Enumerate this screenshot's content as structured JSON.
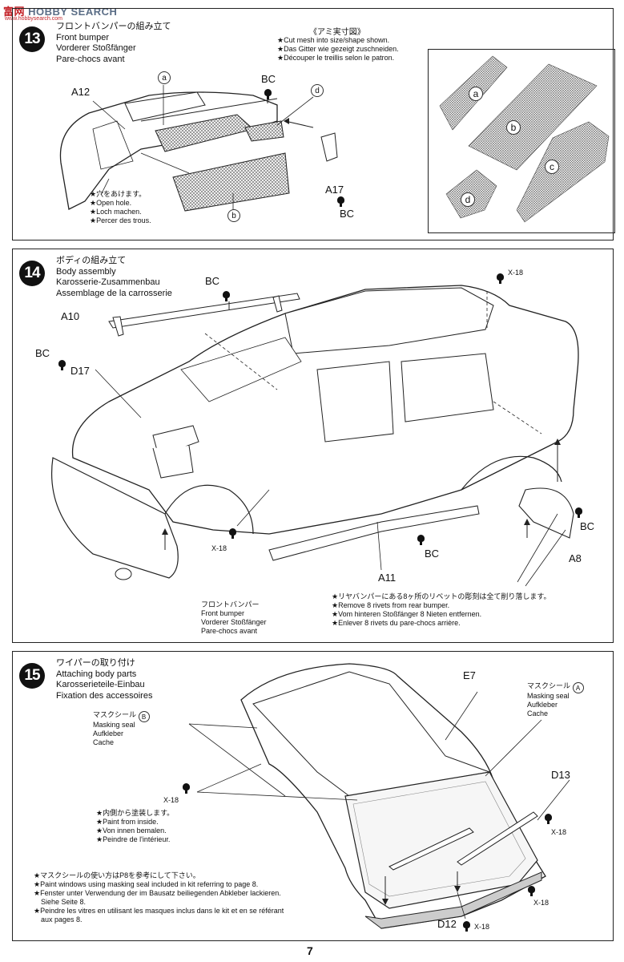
{
  "watermark": {
    "cn": "富",
    "cn2": "网",
    "en": "HOBBY SEARCH",
    "sub": "www.hobbysearch.com"
  },
  "step13": {
    "number": "13",
    "title_jp": "フロントバンパーの組み立て",
    "title_en": "Front bumper",
    "title_de": "Vorderer Stoßfänger",
    "title_fr": "Pare-chocs avant",
    "mesh_title": "《アミ実寸図》",
    "cut_note": [
      "★Cut mesh into size/shape shown.",
      "★Das Gitter wie gezeigt zuschneiden.",
      "★Découper le treillis selon le patron."
    ],
    "hole_note": [
      "★穴をあけます。",
      "★Open hole.",
      "★Loch machen.",
      "★Percer des trous."
    ],
    "labels": {
      "a12": "A12",
      "bc_top": "BC",
      "a17": "A17",
      "bc_bottom": "BC",
      "a": "a",
      "b": "b",
      "c": "c",
      "d": "d"
    }
  },
  "step14": {
    "number": "14",
    "title_jp": "ボディの組み立て",
    "title_en": "Body assembly",
    "title_de": "Karosserie-Zusammenbau",
    "title_fr": "Assemblage de la carrosserie",
    "labels": {
      "bc1": "BC",
      "a10": "A10",
      "bc2": "BC",
      "d17": "D17",
      "x18_top": "X-18",
      "x18_left": "X-18",
      "bc3": "BC",
      "bc4": "BC",
      "a11": "A11",
      "a8": "A8"
    },
    "front_bumper": [
      "フロントバンパー",
      "Front bumper",
      "Vorderer Stoßfänger",
      "Pare-chocs avant"
    ],
    "rivet_note": [
      "★リヤバンパーにある8ヶ所のリベットの彫刻は全て削り落します。",
      "★Remove 8 rivets from rear bumper.",
      "★Vom hinteren Stoßfänger 8 Nieten entfernen.",
      "★Enlever 8 rivets du pare-chocs arrière."
    ]
  },
  "step15": {
    "number": "15",
    "title_jp": "ワイパーの取り付け",
    "title_en": "Attaching body parts",
    "title_de": "Karosserieteile-Einbau",
    "title_fr": "Fixation des accessoires",
    "mask_b": {
      "jp": "マスクシール",
      "letter": "B",
      "lines": [
        "Masking seal",
        "Aufkleber",
        "Cache"
      ]
    },
    "mask_a": {
      "jp": "マスクシール",
      "letter": "A",
      "lines": [
        "Masking seal",
        "Aufkleber",
        "Cache"
      ]
    },
    "labels": {
      "e7": "E7",
      "d13": "D13",
      "d12": "D12",
      "x18_a": "X-18",
      "x18_b": "X-18",
      "x18_c": "X-18",
      "x18_d": "X-18"
    },
    "paint_note": [
      "★内側から塗装します。",
      "★Paint from inside.",
      "★Von innen bemalen.",
      "★Peindre de l'intérieur."
    ],
    "window_note": [
      "★マスクシールの使い方はP8を参考にして下さい。",
      "★Paint windows using masking seal included in kit referring to page 8.",
      "★Fenster unter Verwendung der im Bausatz beiliegenden Abkleber lackieren.",
      "Siehe Seite 8.",
      "★Peindre les vitres en utilisant les masques inclus dans le kit et en se référant",
      "aux pages 8."
    ]
  },
  "page_number": "7",
  "colors": {
    "mesh": "#9a9a9a",
    "watermark_red": "#c4242a",
    "watermark_blue": "#5a6d86",
    "ink": "#111111"
  }
}
